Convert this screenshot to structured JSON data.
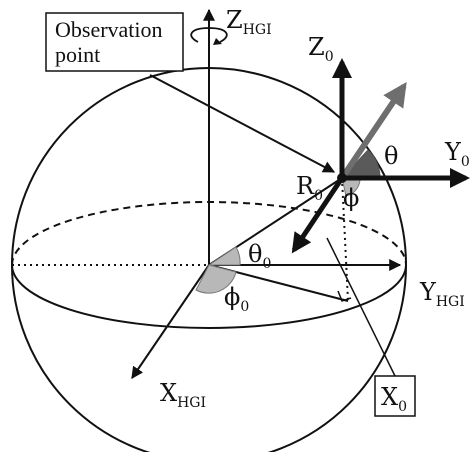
{
  "figure": {
    "callout_observation": [
      "Observation",
      "point"
    ],
    "axis_z_hgi": {
      "main": "Z",
      "sub": "HGI"
    },
    "axis_y_hgi": {
      "main": "Y",
      "sub": "HGI"
    },
    "axis_x_hgi": {
      "main": "X",
      "sub": "HGI"
    },
    "axis_z0": {
      "main": "Z",
      "sub": "0"
    },
    "axis_y0": {
      "main": "Y",
      "sub": "0"
    },
    "axis_x0": {
      "main": "X",
      "sub": "0"
    },
    "radius": {
      "main": "R",
      "sub": "0"
    },
    "angle_theta0": {
      "main": "θ",
      "sub": "0"
    },
    "angle_phi0": {
      "main": "ϕ",
      "sub": "0"
    },
    "angle_theta": "θ",
    "angle_phi": "ϕ",
    "colors": {
      "line": "#111111",
      "view_arrow": "#6e6e6e",
      "theta_wedge": "#5a5a5a",
      "angle_wedge": "#b8b8b8"
    }
  }
}
